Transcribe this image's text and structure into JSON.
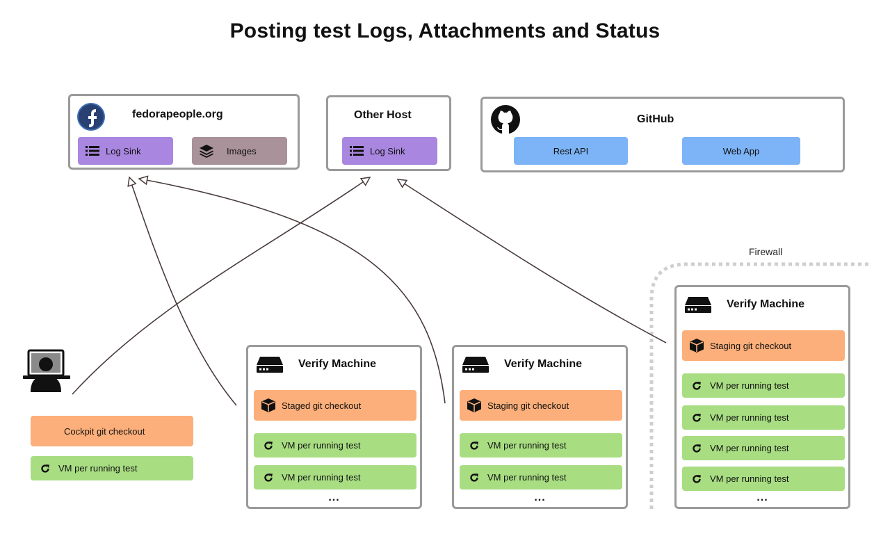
{
  "title": "Posting test Logs, Attachments and Status",
  "firewall_label": "Firewall",
  "fedorapeople": {
    "title": "fedorapeople.org",
    "log_sink": "Log Sink",
    "images": "Images"
  },
  "other_host": {
    "title": "Other Host",
    "log_sink": "Log Sink"
  },
  "github": {
    "title": "GitHub",
    "rest_api": "Rest API",
    "web_app": "Web App"
  },
  "developer": {
    "checkout": "Cockpit git checkout",
    "vm": "VM per running test"
  },
  "verify_machines": [
    {
      "title": "Verify Machine",
      "checkout": "Staged git checkout",
      "vms": [
        "VM per running test",
        "VM per running test"
      ],
      "more": "..."
    },
    {
      "title": "Verify Machine",
      "checkout": "Staging git checkout",
      "vms": [
        "VM per running test",
        "VM per running test"
      ],
      "more": "..."
    },
    {
      "title": "Verify Machine",
      "checkout": "Staging git checkout",
      "vms": [
        "VM per running test",
        "VM per running test",
        "VM per running test",
        "VM per running test"
      ],
      "more": "..."
    }
  ],
  "colors": {
    "purple": "#a987e0",
    "mauve": "#a99299",
    "blue": "#7db4f7",
    "orange": "#fcaf7a",
    "green": "#a8dd82",
    "border": "#9a9a9a",
    "connector": "#4a3c3c"
  },
  "icons": {
    "fedora": "fedora-logo-icon",
    "github": "github-logo-icon",
    "list": "list-icon",
    "layers": "layers-icon",
    "server": "server-icon",
    "package": "package-icon",
    "refresh": "refresh-icon",
    "user": "user-at-laptop-icon"
  }
}
